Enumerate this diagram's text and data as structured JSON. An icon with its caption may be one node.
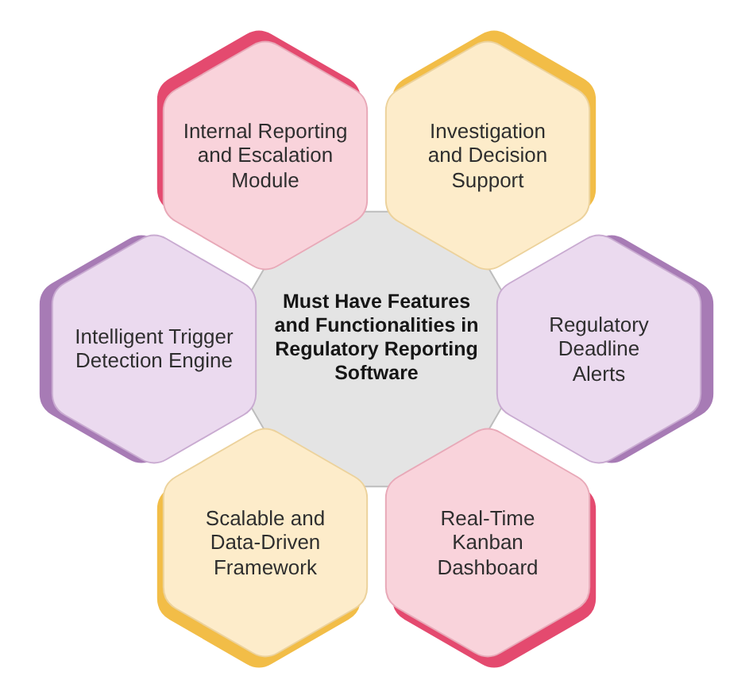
{
  "diagram": {
    "nodes": [
      {
        "text": [
          "Internal Reporting and Escalation Module"
        ]
      },
      {
        "text": [
          "Investigation and Decision Support"
        ]
      },
      {
        "text": [
          "Intelligent Trigger Detection Engine"
        ]
      },
      {
        "text": [
          "Must Have Features and Functionalities in Regulatory Reporting Software"
        ]
      },
      {
        "text": [
          "Regulatory Deadline Alerts"
        ]
      },
      {
        "text": [
          "Scalable and Data-Driven Framework"
        ]
      },
      {
        "text": [
          "Real-Time Kanban Dashboard"
        ]
      }
    ]
  }
}
